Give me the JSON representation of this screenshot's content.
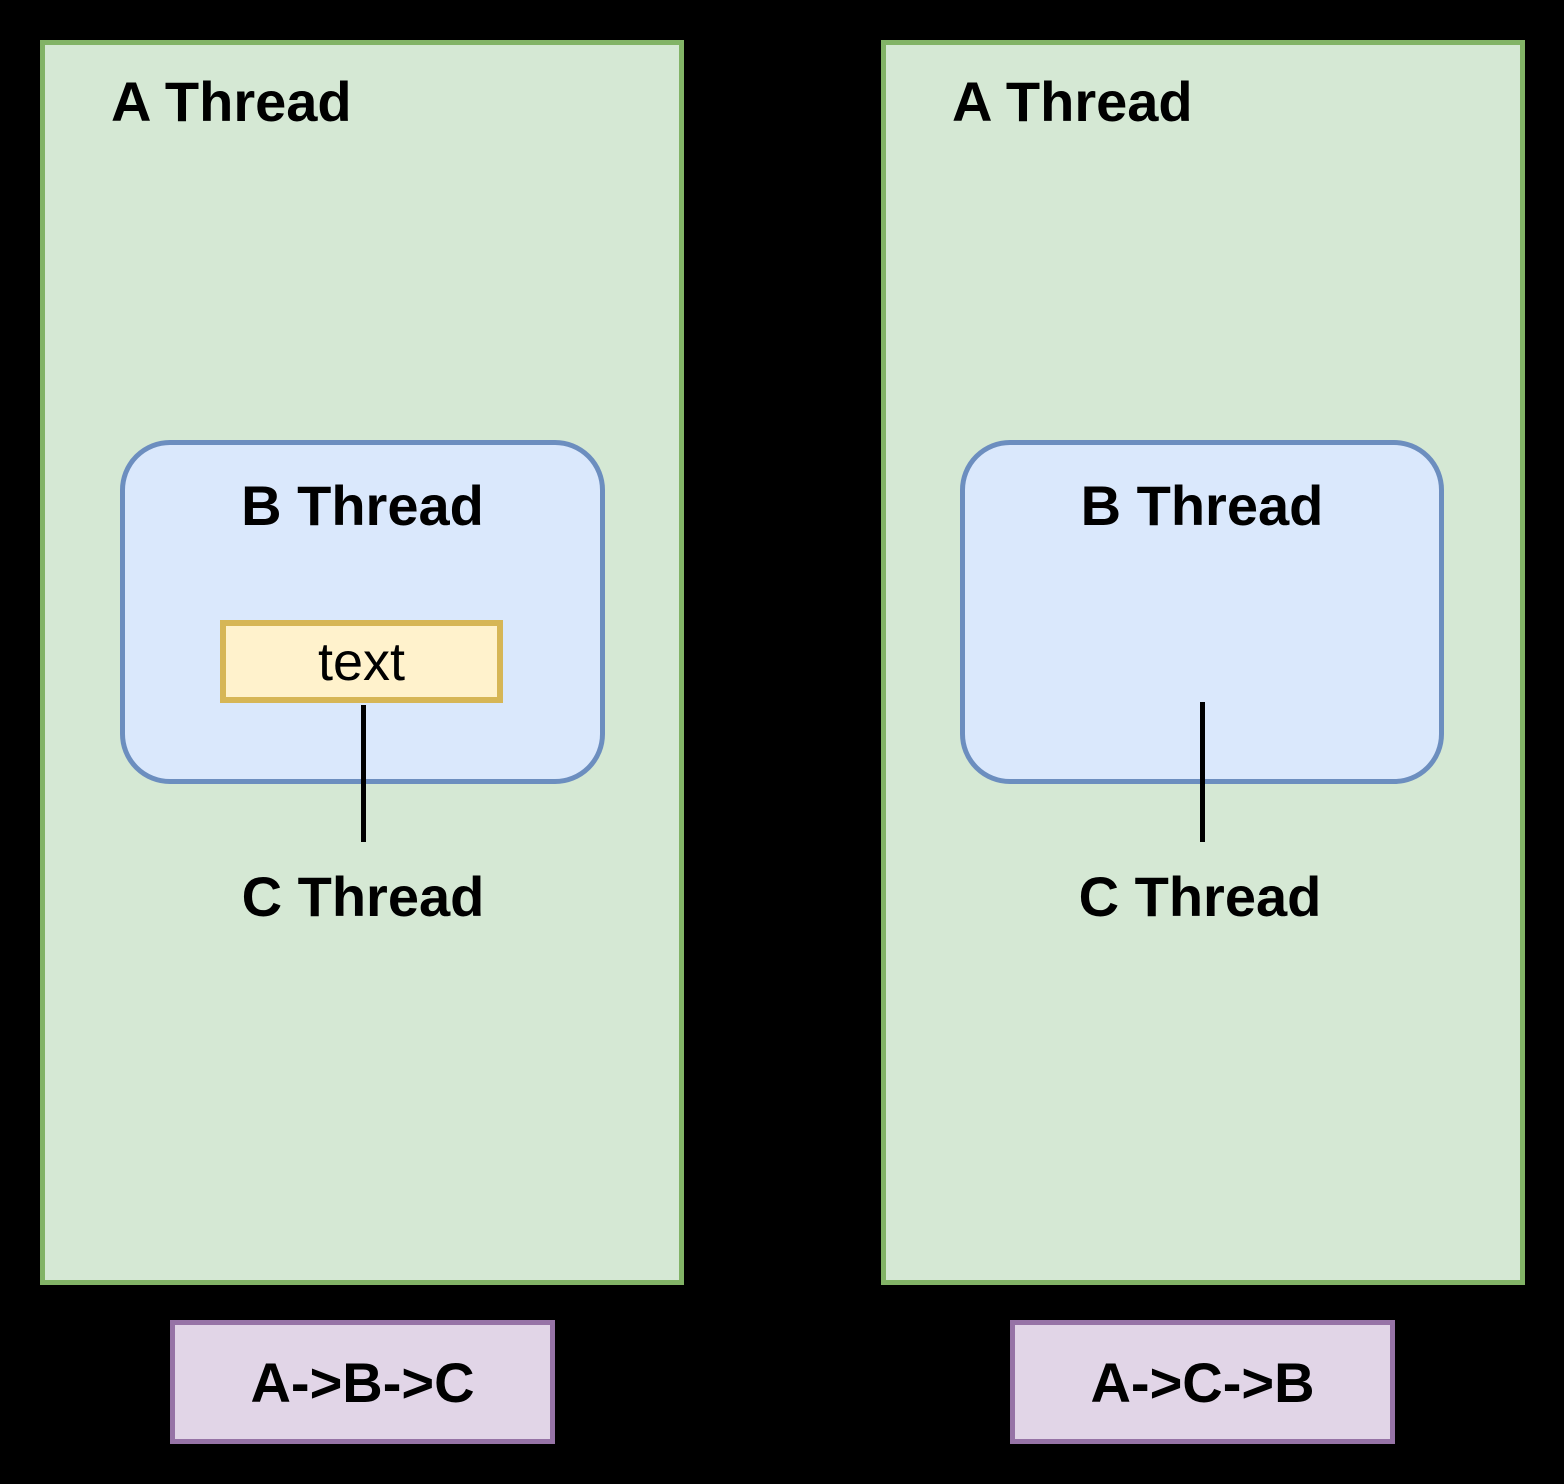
{
  "colors": {
    "background": "#000000",
    "panelFill": "#d5e8d4",
    "panelBorder": "#82b366",
    "threadBFill": "#dae8fc",
    "threadBBorder": "#6c8ebf",
    "textBoxFill": "#fff2cc",
    "textBoxBorder": "#d6b656",
    "resultFill": "#e1d5e7",
    "resultBorder": "#9673a6",
    "connector": "#000000",
    "textColor": "#000000"
  },
  "left": {
    "a_thread_label": "A Thread",
    "b_thread_label": "B Thread",
    "text_box_label": "text",
    "c_thread_label": "C Thread",
    "result_label": "A->B->C"
  },
  "right": {
    "a_thread_label": "A Thread",
    "b_thread_label": "B Thread",
    "c_thread_label": "C Thread",
    "result_label": "A->C->B"
  }
}
